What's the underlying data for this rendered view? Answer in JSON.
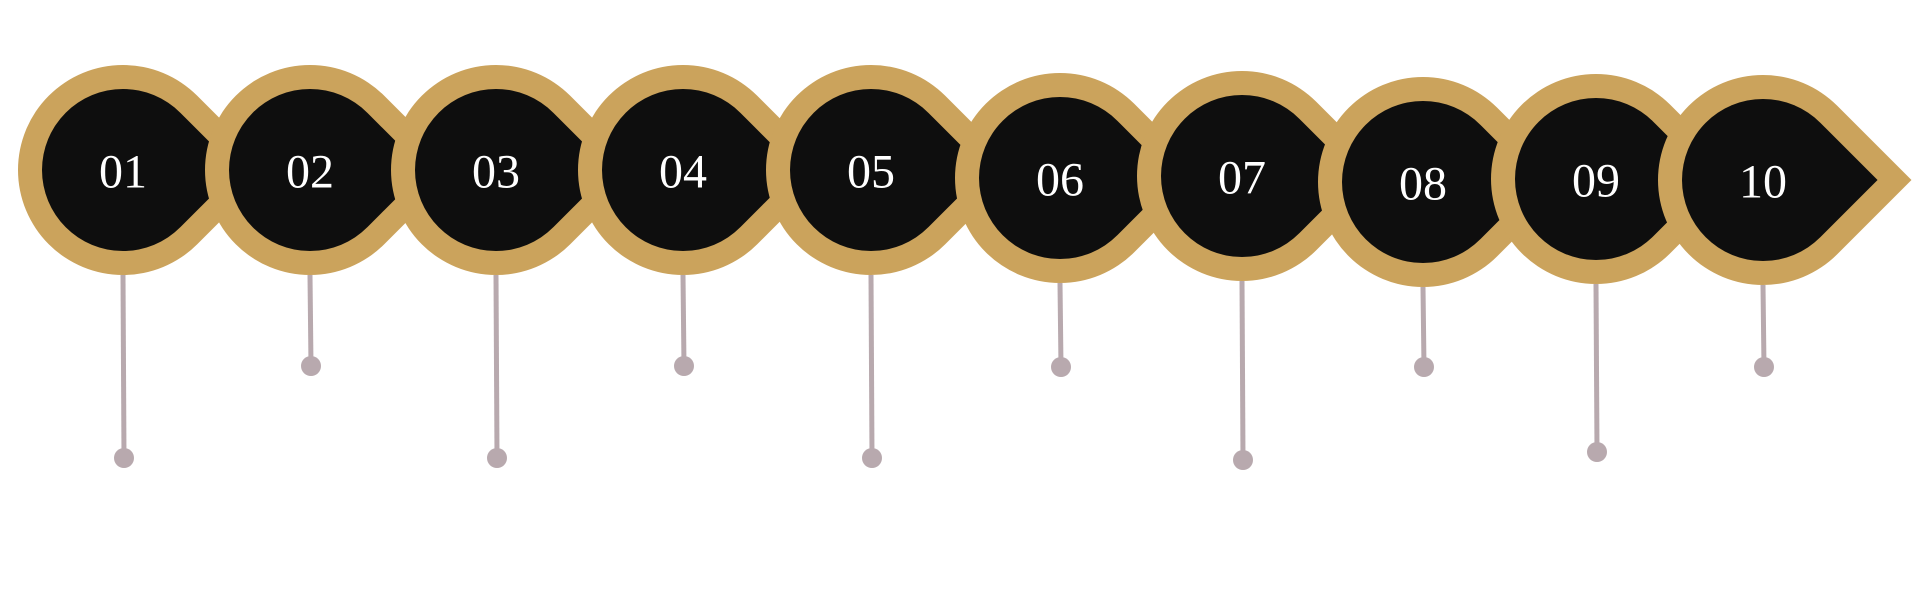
{
  "colors": {
    "ring": "#cba35c",
    "fill": "#0e0e0e",
    "pin": "#b8a9ae",
    "text": "#ffffff"
  },
  "steps": [
    {
      "label": "01",
      "pin": "long"
    },
    {
      "label": "02",
      "pin": "short"
    },
    {
      "label": "03",
      "pin": "long"
    },
    {
      "label": "04",
      "pin": "short"
    },
    {
      "label": "05",
      "pin": "long"
    },
    {
      "label": "06",
      "pin": "short"
    },
    {
      "label": "07",
      "pin": "long"
    },
    {
      "label": "08",
      "pin": "short"
    },
    {
      "label": "09",
      "pin": "long"
    },
    {
      "label": "10",
      "pin": "short"
    }
  ]
}
